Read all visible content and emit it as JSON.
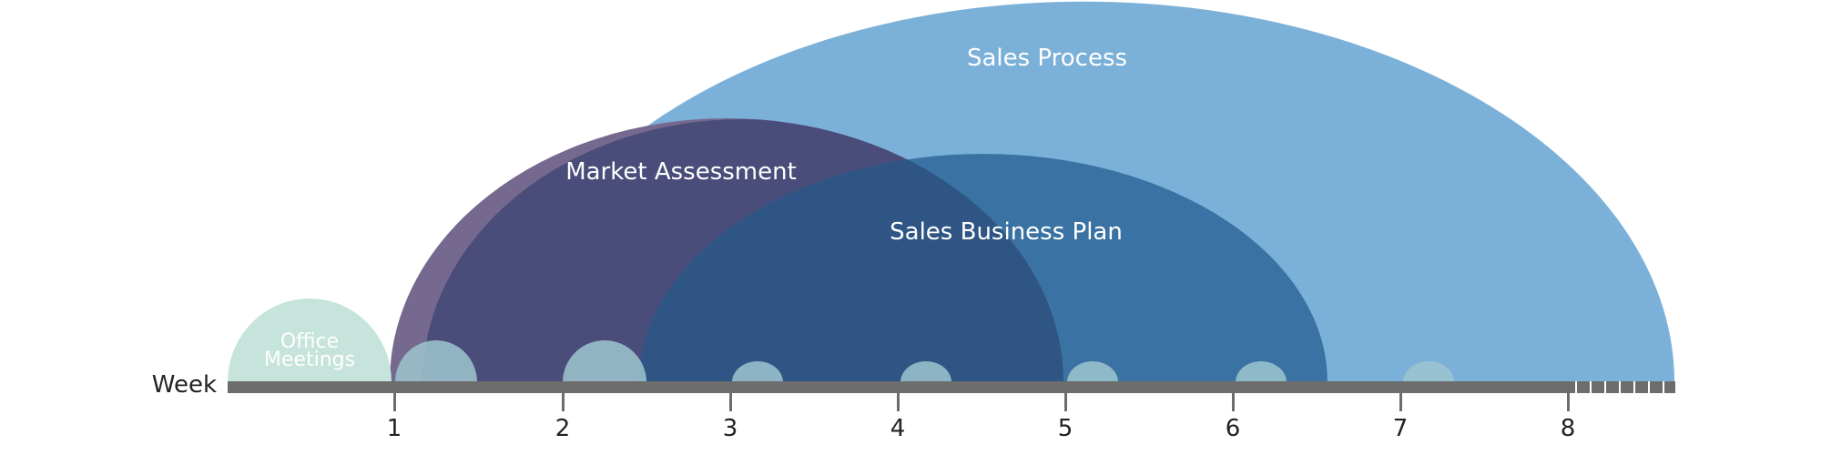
{
  "axis": {
    "label": "Week",
    "ticks": [
      "1",
      "2",
      "3",
      "4",
      "5",
      "6",
      "7",
      "8"
    ]
  },
  "phases": [
    {
      "name": "Sales Process",
      "label": "Sales Process",
      "color": "#7bb0d9"
    },
    {
      "name": "Market Assessment",
      "label": "Market Assessment",
      "color": "#4a4c7a"
    },
    {
      "name": "Sales Business Plan",
      "label": "Sales Business Plan",
      "color": "#3a73a3"
    },
    {
      "name": "Office Meetings",
      "label_lines": [
        "Office",
        "Meetings"
      ],
      "color": "#c6e4dc"
    }
  ],
  "colors": {
    "axis_bar": "#6d6d6d",
    "milestone_bubble": "#9ec6cf",
    "overlap_market_sales": "#2f5584",
    "market_left_edge": "#76698f",
    "axis_text": "#222222",
    "label_text": "#ffffff"
  }
}
